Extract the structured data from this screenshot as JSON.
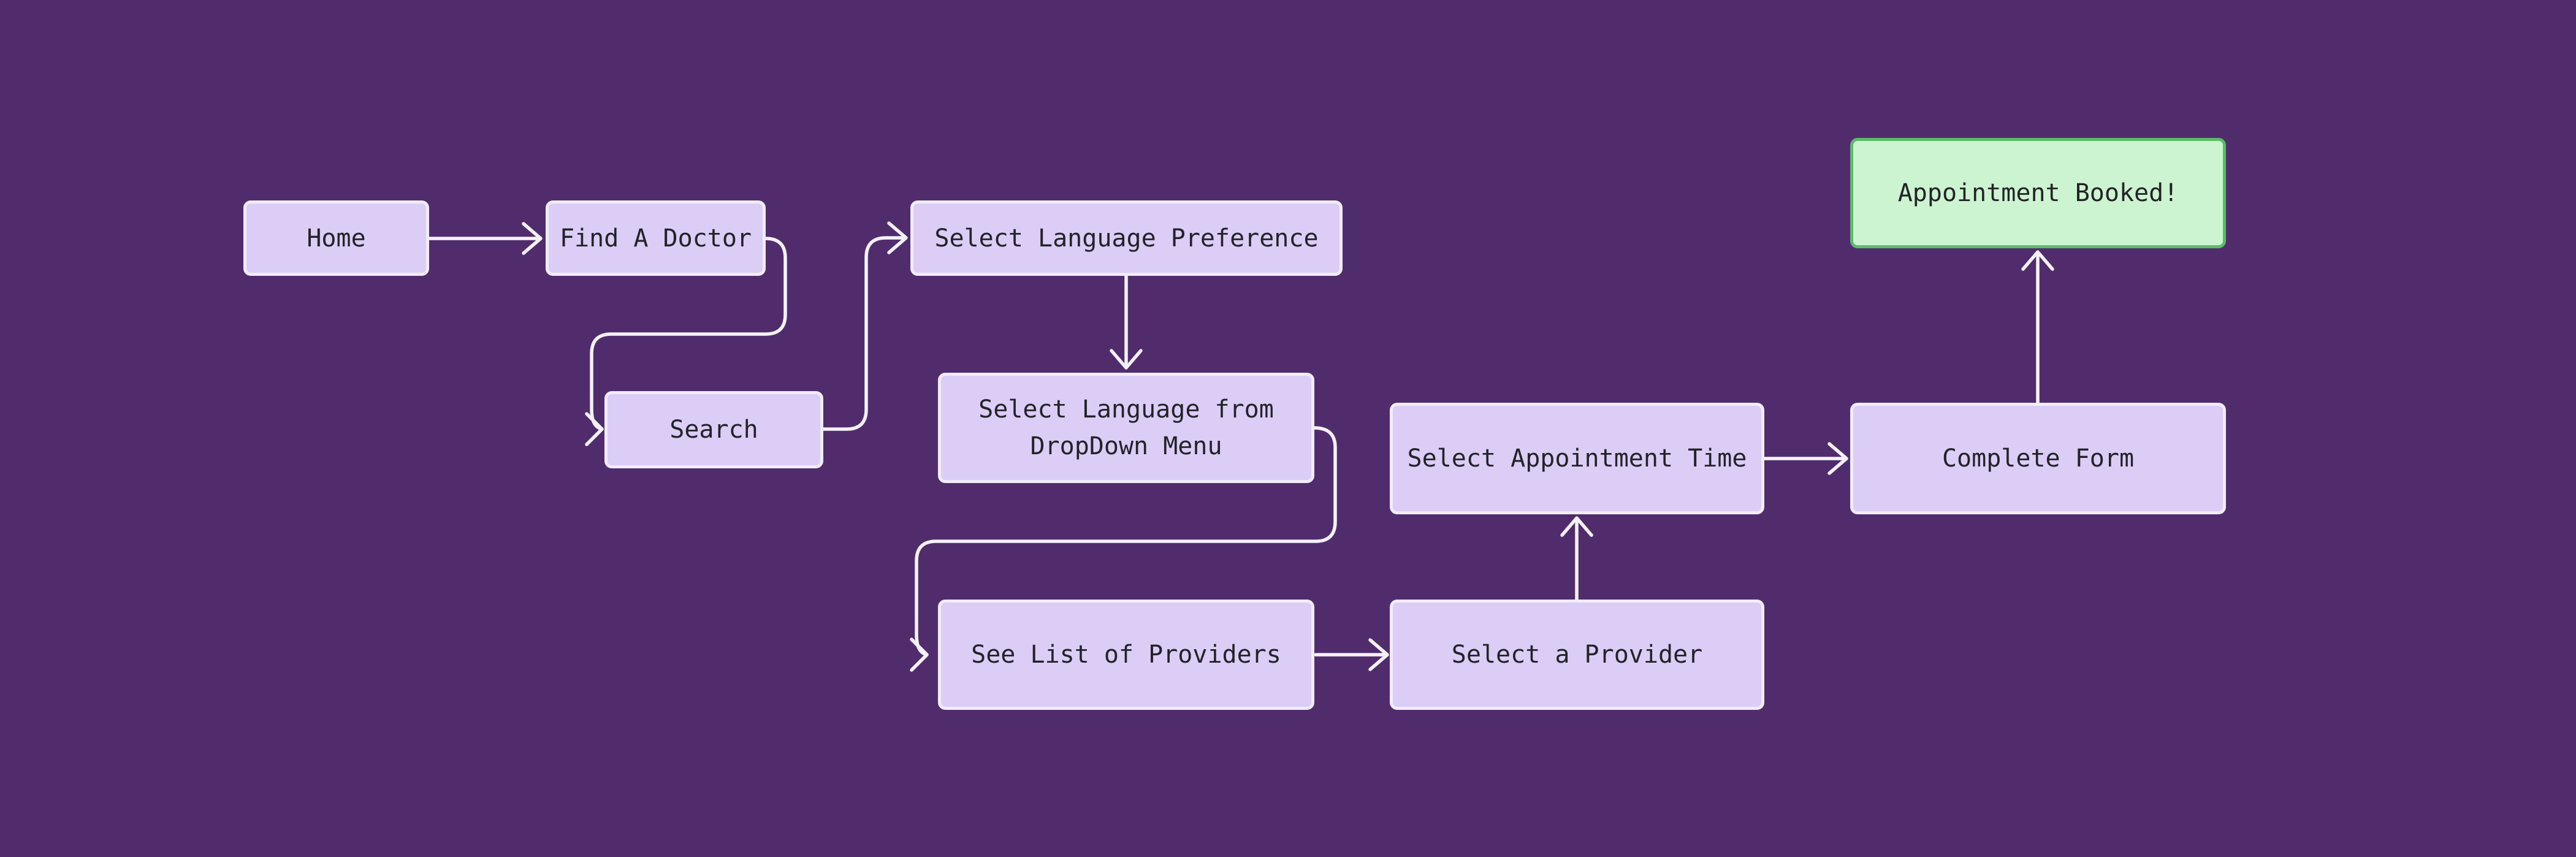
{
  "diagram": {
    "type": "flowchart",
    "colors": {
      "background": "#512C6D",
      "node_fill": "#DCCDF7",
      "node_border": "#F0ECF9",
      "success_fill": "#CDF4D1",
      "success_border": "#5CBB69",
      "connector": "#F5F2FB",
      "text": "#232328"
    },
    "nodes": [
      {
        "id": "home",
        "label": "Home",
        "variant": "default"
      },
      {
        "id": "find-a-doctor",
        "label": "Find A Doctor",
        "variant": "default"
      },
      {
        "id": "search",
        "label": "Search",
        "variant": "default"
      },
      {
        "id": "select-language-preference",
        "label": "Select Language Preference",
        "variant": "default"
      },
      {
        "id": "select-language-dropdown",
        "label": "Select Language from DropDown Menu",
        "variant": "default"
      },
      {
        "id": "see-list-of-providers",
        "label": "See List of Providers",
        "variant": "default"
      },
      {
        "id": "select-a-provider",
        "label": "Select a Provider",
        "variant": "default"
      },
      {
        "id": "select-appointment-time",
        "label": "Select Appointment Time",
        "variant": "default"
      },
      {
        "id": "complete-form",
        "label": "Complete Form",
        "variant": "default"
      },
      {
        "id": "appointment-booked",
        "label": "Appointment Booked!",
        "variant": "success"
      }
    ],
    "edges": [
      {
        "from": "home",
        "to": "find-a-doctor"
      },
      {
        "from": "find-a-doctor",
        "to": "search"
      },
      {
        "from": "search",
        "to": "select-language-preference"
      },
      {
        "from": "select-language-preference",
        "to": "select-language-dropdown"
      },
      {
        "from": "select-language-dropdown",
        "to": "see-list-of-providers"
      },
      {
        "from": "see-list-of-providers",
        "to": "select-a-provider"
      },
      {
        "from": "select-a-provider",
        "to": "select-appointment-time"
      },
      {
        "from": "select-appointment-time",
        "to": "complete-form"
      },
      {
        "from": "complete-form",
        "to": "appointment-booked"
      }
    ]
  }
}
